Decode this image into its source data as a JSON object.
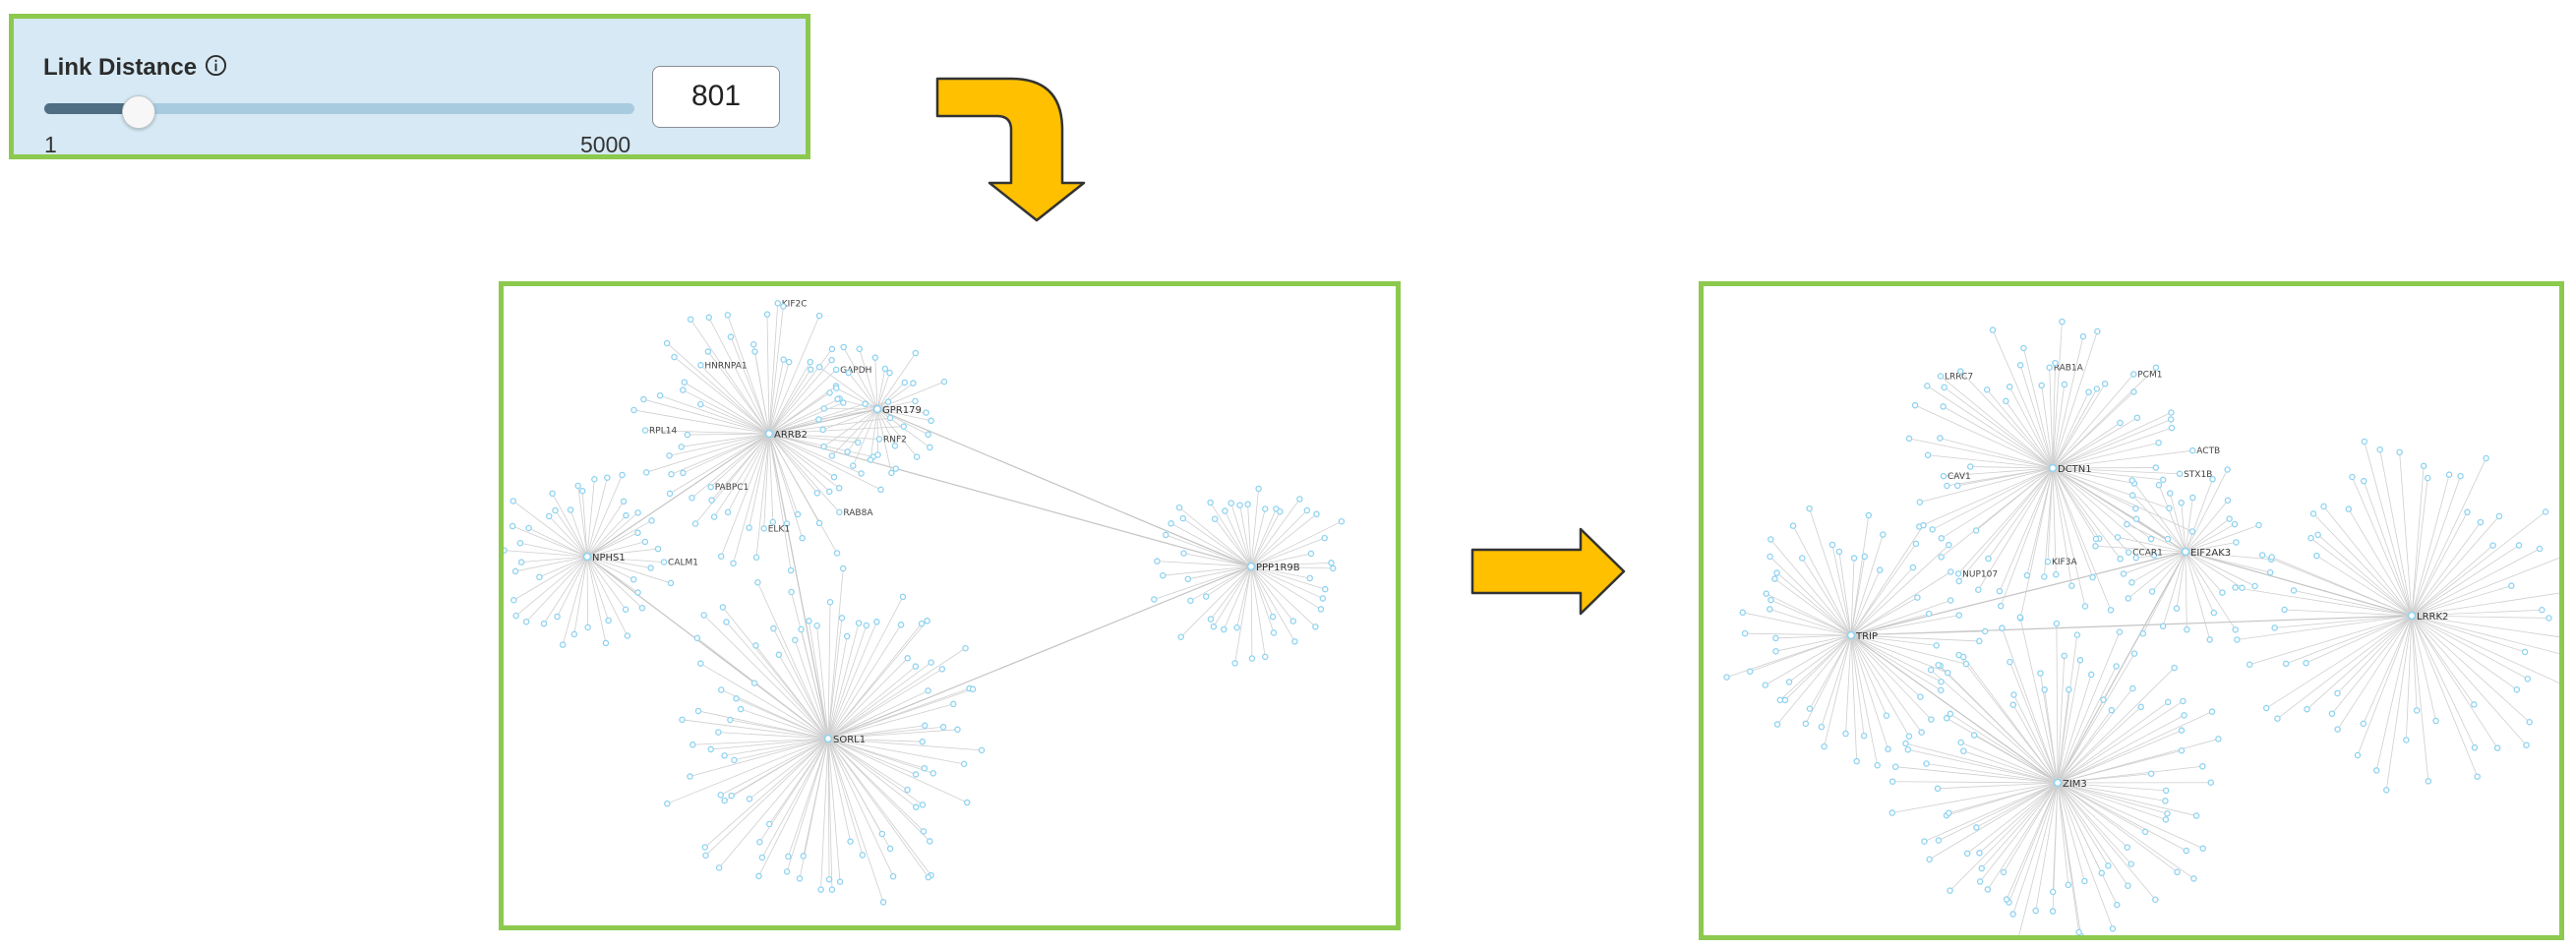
{
  "panel": {
    "title": "Link Distance",
    "value": "801",
    "min_label": "1",
    "max_label": "5000",
    "slider_fraction": 0.16
  },
  "icons": {
    "info": "info-circle-icon",
    "curved_arrow": "curved-down-arrow-icon",
    "right_arrow": "right-arrow-icon"
  },
  "colors": {
    "frame_border": "#8cc94e",
    "panel_bg": "#d6e9f4",
    "arrow_fill": "#ffc000",
    "node": "#8fd3f0",
    "edge": "#cfcfcf"
  },
  "graph_before": {
    "hub_labels": [
      "ARRB2",
      "NPHS1",
      "SORL1",
      "GPR179",
      "PPP1R9B"
    ],
    "satellite_labels": [
      "RNF2",
      "RAB8A",
      "ELK1",
      "PABPC1",
      "RPL14",
      "HNRNPA1",
      "KIF2C",
      "GAPDH",
      "CALM1"
    ]
  },
  "graph_after": {
    "hub_labels": [
      "DCTN1",
      "EIF2AK3",
      "TRIP",
      "ZIM3",
      "LRRK2"
    ],
    "satellite_labels": [
      "STX1B",
      "CCAR1",
      "KIF3A",
      "NUP107",
      "CAV1",
      "LRRC7",
      "RAB1A",
      "PCM1",
      "ACTB"
    ]
  }
}
